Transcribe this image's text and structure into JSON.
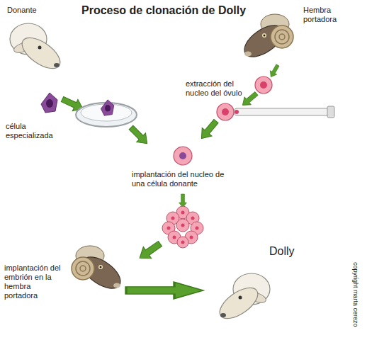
{
  "diagram": {
    "title": "Proceso de clonación de Dolly",
    "labels": [
      "Donante",
      "Hembra portadora",
      "extracción del nucleo del óvulo",
      "célula especializada",
      "implantación del nucleo de una célula donante",
      "Dolly",
      "implantación del embrión en la hembra portadora",
      "copyright marta cerezo"
    ]
  }
}
